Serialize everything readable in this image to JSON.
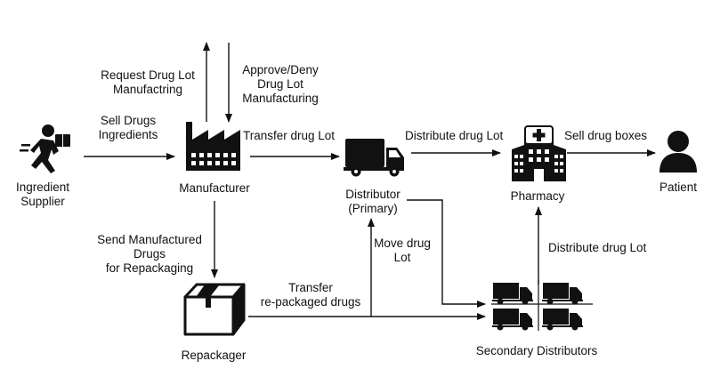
{
  "nodes": {
    "supplier": {
      "line1": "Ingredient",
      "line2": "Supplier"
    },
    "manufacturer": "Manufacturer",
    "distributor": {
      "line1": "Distributor",
      "line2": "(Primary)"
    },
    "pharmacy": "Pharmacy",
    "patient": "Patient",
    "repackager": "Repackager",
    "secondary": "Secondary Distributors"
  },
  "edges": {
    "request": {
      "line1": "Request Drug Lot",
      "line2": "Manufactring"
    },
    "approve": {
      "line1": "Approve/Deny",
      "line2": "Drug Lot",
      "line3": "Manufacturing"
    },
    "sell_ingredients": {
      "line1": "Sell Drugs",
      "line2": "Ingredients"
    },
    "transfer_lot": "Transfer drug Lot",
    "distribute_lot": "Distribute drug Lot",
    "sell_boxes": "Sell drug boxes",
    "send_repack": {
      "line1": "Send Manufactured",
      "line2": "Drugs",
      "line3": "for Repackaging"
    },
    "move_lot": {
      "line1": "Move drug",
      "line2": "Lot"
    },
    "transfer_repack": {
      "line1": "Transfer",
      "line2": "re-packaged drugs"
    },
    "distribute_lot_2": "Distribute drug Lot"
  },
  "colors": {
    "ink": "#111111",
    "background": "#ffffff"
  },
  "icons": [
    "delivery-person-icon",
    "factory-icon",
    "truck-icon",
    "hospital-icon",
    "person-icon",
    "box-icon",
    "truck-fleet-icon"
  ]
}
